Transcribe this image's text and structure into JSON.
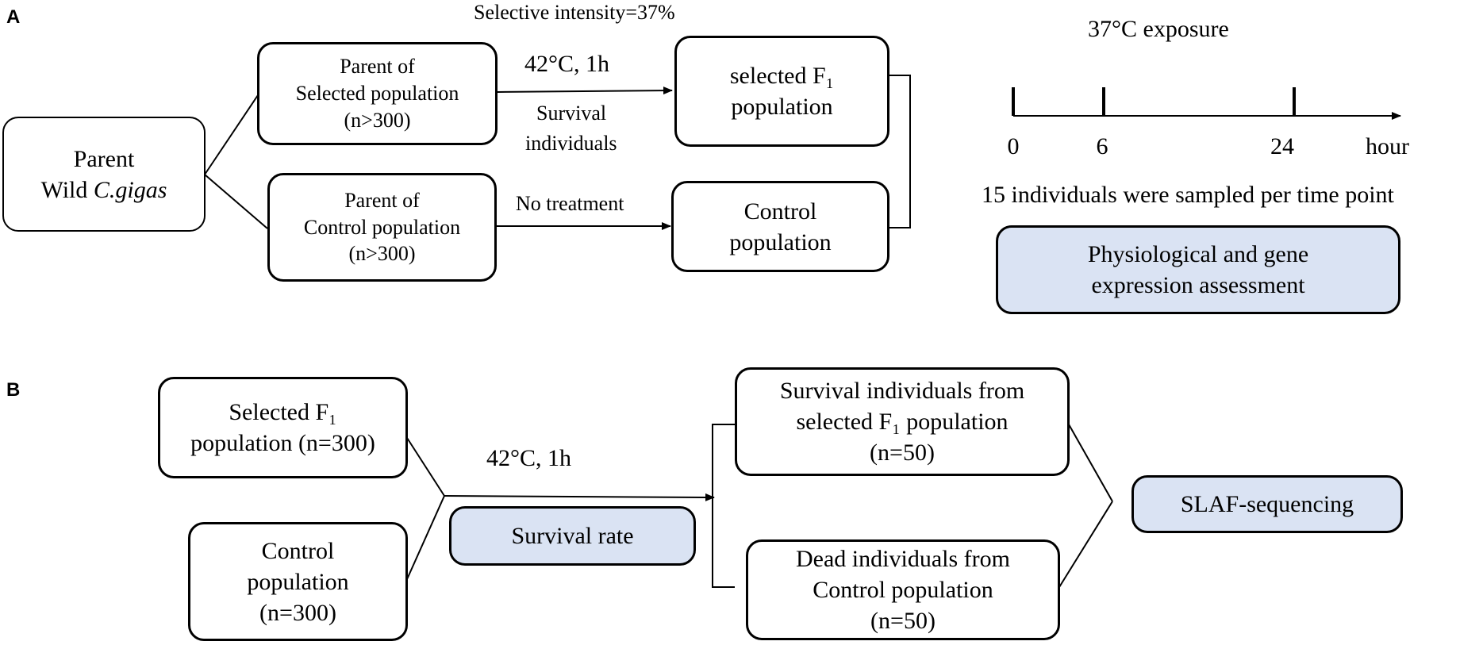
{
  "panel_a": {
    "label": "A",
    "wild_parent": {
      "line1": "Parent",
      "line2_prefix": "Wild ",
      "line2_italic": "C.gigas"
    },
    "selected_parent": {
      "line1": "Parent of",
      "line2": "Selected population",
      "line3": "(n>300)"
    },
    "control_parent": {
      "line1": "Parent of",
      "line2": "Control population",
      "line3": "(n>300)"
    },
    "selective_intensity": "Selective intensity=37%",
    "treatment": "42°C,   1h",
    "survival_line1": "Survival",
    "survival_line2": "individuals",
    "no_treatment": "No treatment",
    "selected_f1": {
      "line1": "selected F₁",
      "line2": "population"
    },
    "control_pop": {
      "line1": "Control",
      "line2": "population"
    },
    "exposure_title": "37°C exposure",
    "timeline_ticks": [
      "0",
      "6",
      "24"
    ],
    "timeline_unit": "hour",
    "sampling_note": "15 individuals were sampled per time point",
    "assessment": {
      "line1": "Physiological and gene",
      "line2": "expression assessment"
    }
  },
  "panel_b": {
    "label": "B",
    "selected_f1": {
      "line1": "Selected F₁",
      "line2": "population (n=300)"
    },
    "control": {
      "line1": "Control",
      "line2": "population",
      "line3": "(n=300)"
    },
    "treatment": "42°C,   1h",
    "survival_rate": "Survival rate",
    "survivors": {
      "line1": "Survival individuals from",
      "line2": "selected F₁ population",
      "line3": "(n=50)"
    },
    "dead": {
      "line1": "Dead individuals from",
      "line2": "Control population",
      "line3": "(n=50)"
    },
    "sequencing": "SLAF-sequencing"
  },
  "colors": {
    "highlight_fill": "#dae3f3",
    "stroke": "#000000"
  }
}
